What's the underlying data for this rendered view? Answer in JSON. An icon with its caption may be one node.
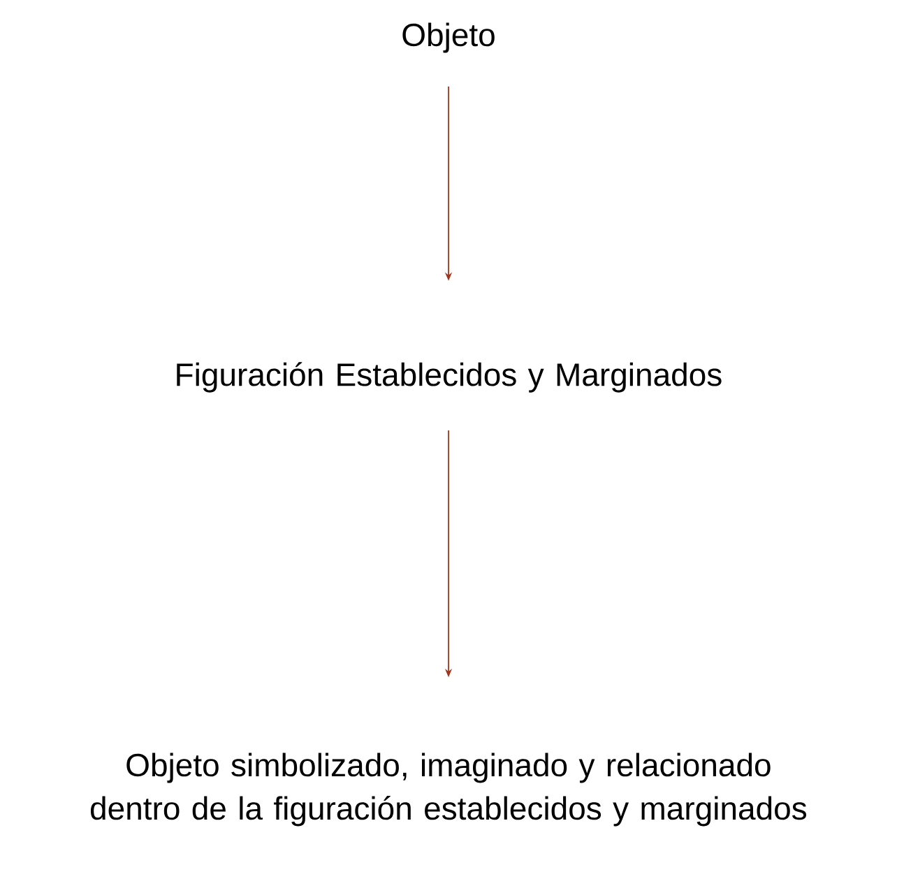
{
  "diagram": {
    "nodes": [
      {
        "text": [
          "Objeto"
        ]
      },
      {
        "text": [
          "Figuración Establecidos y Marginados"
        ]
      },
      {
        "text": [
          "Objeto simbolizado, imaginado y relacionado dentro de la figuración establecidos y marginados"
        ]
      }
    ],
    "edges": [
      {
        "from": 0,
        "to": 1,
        "arrow": "to"
      },
      {
        "from": 1,
        "to": 2,
        "arrow": "to"
      }
    ]
  }
}
